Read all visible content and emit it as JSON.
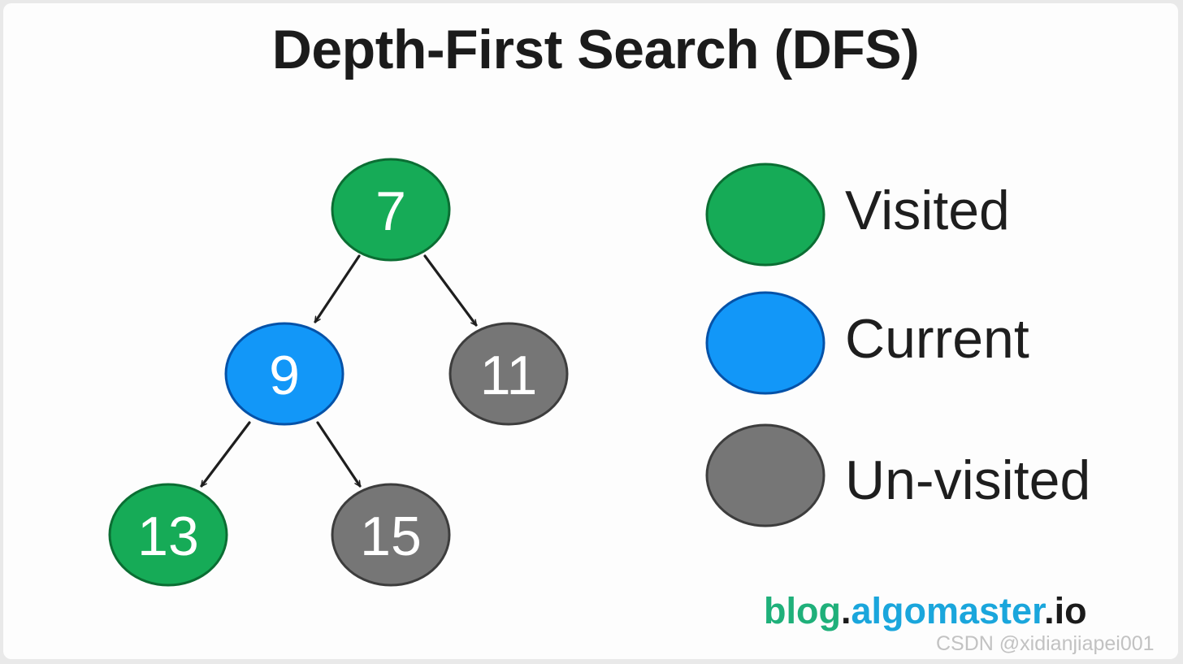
{
  "title": "Depth-First Search (DFS)",
  "colors": {
    "visited": "#16ab57",
    "visited_stroke": "#0b6e33",
    "current": "#1297f8",
    "current_stroke": "#0552a8",
    "unvisited": "#767676",
    "unvisited_stroke": "#3d3d3d",
    "node_text": "#ffffff",
    "edge": "#1e1e1e"
  },
  "tree": {
    "nodes": [
      {
        "id": "n7",
        "label": "7",
        "state": "visited"
      },
      {
        "id": "n9",
        "label": "9",
        "state": "current"
      },
      {
        "id": "n11",
        "label": "11",
        "state": "unvisited"
      },
      {
        "id": "n13",
        "label": "13",
        "state": "visited"
      },
      {
        "id": "n15",
        "label": "15",
        "state": "unvisited"
      }
    ],
    "edges": [
      {
        "from": "n7",
        "to": "n9"
      },
      {
        "from": "n7",
        "to": "n11"
      },
      {
        "from": "n9",
        "to": "n13"
      },
      {
        "from": "n9",
        "to": "n15"
      }
    ]
  },
  "legend": [
    {
      "state": "visited",
      "label": "Visited"
    },
    {
      "state": "current",
      "label": "Current"
    },
    {
      "state": "unvisited",
      "label": "Un-visited"
    }
  ],
  "brand": {
    "part1": "blog",
    "dot1": ".",
    "part2": "algomaster",
    "dot2": ".",
    "part3": "io"
  },
  "watermark": "CSDN @xidianjiapei001"
}
